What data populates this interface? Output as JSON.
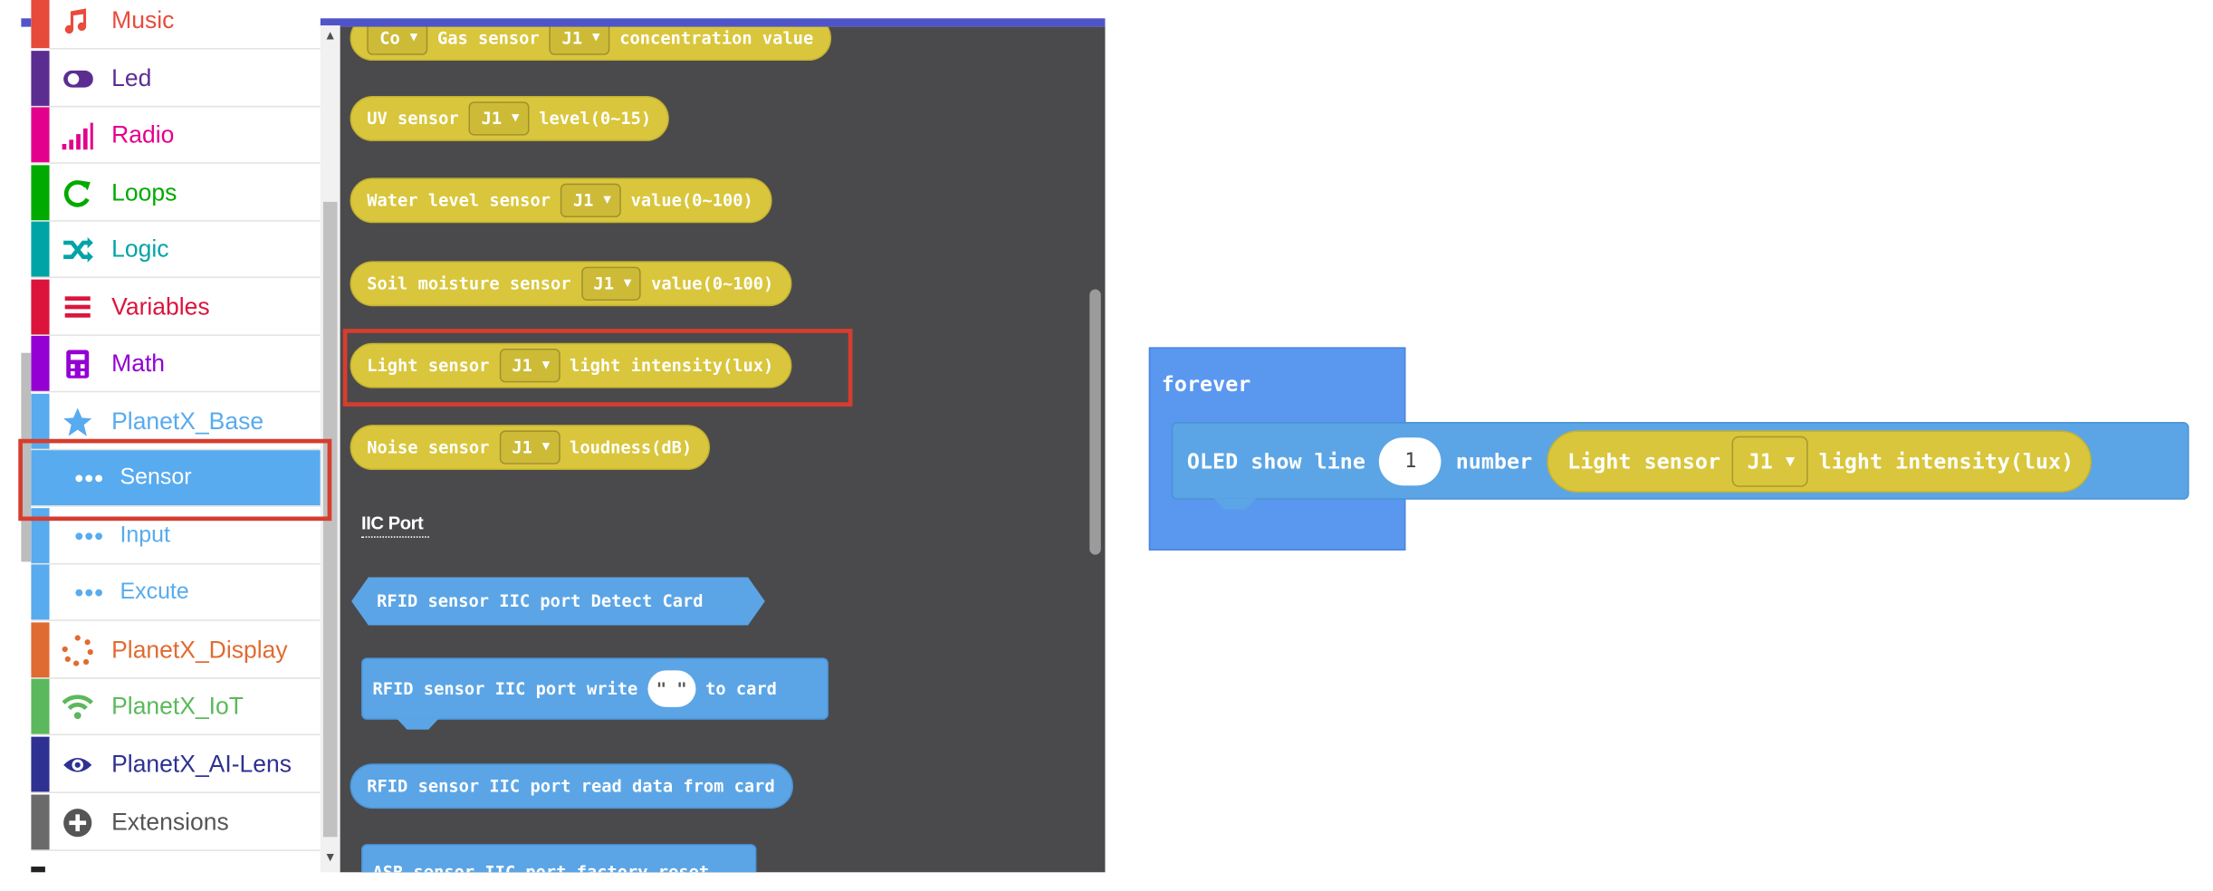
{
  "categories": [
    {
      "label": "Music",
      "color": "#e94b3c",
      "stripe": "#e64a3b",
      "icon": "music-icon"
    },
    {
      "label": "Led",
      "color": "#5c2d91",
      "stripe": "#5c2d91",
      "icon": "toggle-icon"
    },
    {
      "label": "Radio",
      "color": "#e3008c",
      "stripe": "#e3008c",
      "icon": "signal-bars-icon"
    },
    {
      "label": "Loops",
      "color": "#00aa00",
      "stripe": "#00aa00",
      "icon": "refresh-icon"
    },
    {
      "label": "Logic",
      "color": "#00a4a6",
      "stripe": "#00a4a6",
      "icon": "shuffle-icon"
    },
    {
      "label": "Variables",
      "color": "#dc143c",
      "stripe": "#dc143c",
      "icon": "list-icon"
    },
    {
      "label": "Math",
      "color": "#9400d3",
      "stripe": "#9400d3",
      "icon": "calculator-icon"
    },
    {
      "label": "PlanetX_Base",
      "color": "#58abee",
      "stripe": "#58abee",
      "icon": "star-icon"
    }
  ],
  "subcategories": [
    {
      "label": "Sensor",
      "icon": "more-dots-icon",
      "selected": true
    },
    {
      "label": "Input",
      "icon": "more-dots-icon",
      "selected": false
    },
    {
      "label": "Excute",
      "icon": "more-dots-icon",
      "selected": false
    }
  ],
  "categories_after": [
    {
      "label": "PlanetX_Display",
      "color": "#e06b32",
      "stripe": "#e06b32",
      "icon": "dots-circle-icon"
    },
    {
      "label": "PlanetX_IoT",
      "color": "#5cb85c",
      "stripe": "#5cb85c",
      "icon": "wifi-icon"
    },
    {
      "label": "PlanetX_AI-Lens",
      "color": "#2e3192",
      "stripe": "#2e3192",
      "icon": "eye-icon"
    },
    {
      "label": "Extensions",
      "color": "#555555",
      "stripe": "#6a6a6a",
      "icon": "plus-circle-icon"
    }
  ],
  "flyout": {
    "blocks": [
      {
        "pre": "Gas sensor",
        "port": "J1",
        "post": "concentration value",
        "gas": "Co"
      },
      {
        "pre": "UV sensor",
        "port": "J1",
        "post": "level(0~15)"
      },
      {
        "pre": "Water level sensor",
        "port": "J1",
        "post": "value(0~100)"
      },
      {
        "pre": "Soil moisture sensor",
        "port": "J1",
        "post": "value(0~100)"
      },
      {
        "pre": "Light sensor",
        "port": "J1",
        "post": "light intensity(lux)"
      },
      {
        "pre": "Noise sensor",
        "port": "J1",
        "post": "loudness(dB)"
      }
    ],
    "section_label": "IIC Port",
    "rfid_detect": "RFID sensor IIC port Detect Card",
    "rfid_write_pre": "RFID sensor IIC port write",
    "rfid_write_val": "\" \"",
    "rfid_write_post": "to card",
    "rfid_read": "RFID sensor IIC port read data from card",
    "asr_partial": "ASR sensor IIC port factory reset"
  },
  "workspace": {
    "forever_label": "forever",
    "oled_pre": "OLED show line",
    "oled_line": "1",
    "oled_mid": "number",
    "sensor_pre": "Light sensor",
    "sensor_port": "J1",
    "sensor_post": "light intensity(lux)"
  },
  "colors": {
    "sensor_block": "#d9c63c",
    "iic_block": "#5ba5e6",
    "highlight": "#d63d2e",
    "flyout_bg": "#4a4a4c"
  }
}
